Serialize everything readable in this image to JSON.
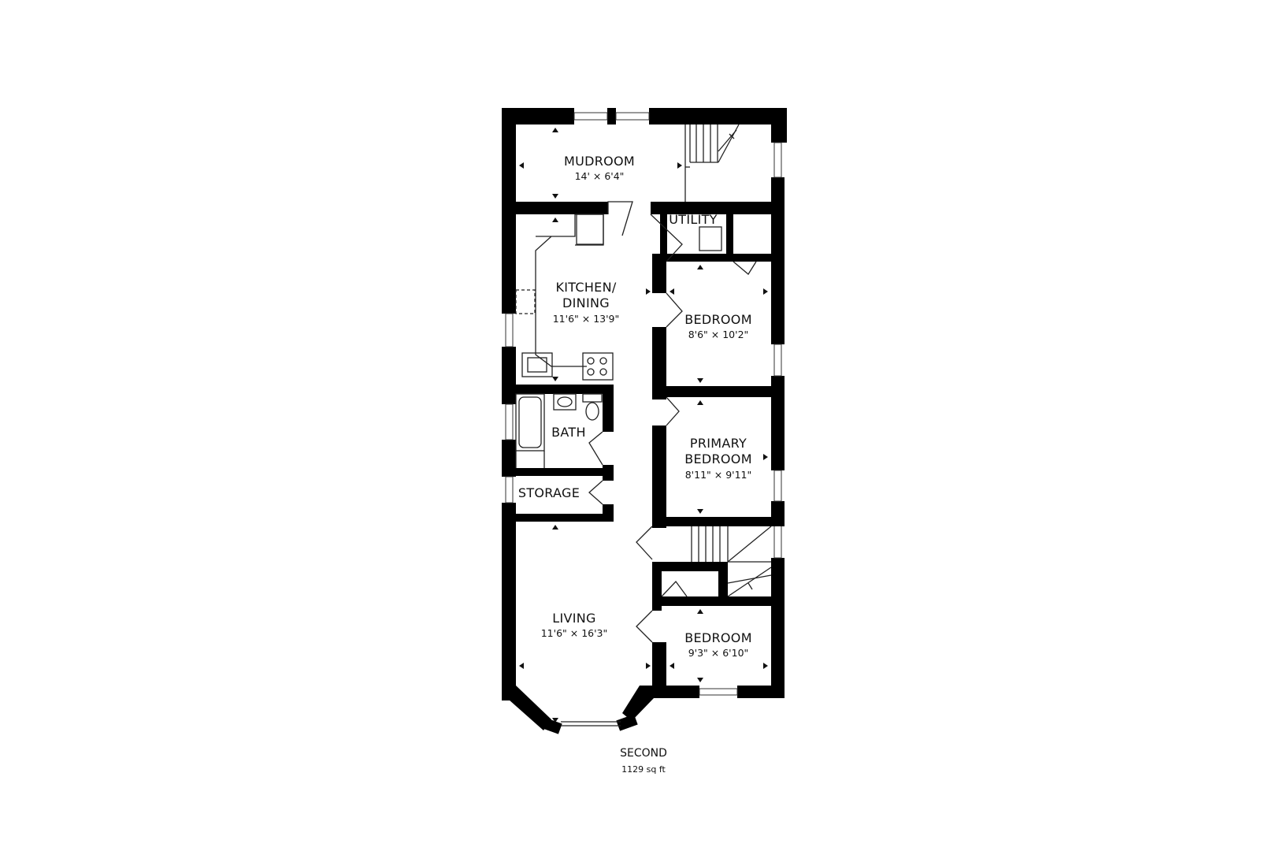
{
  "floor": {
    "name": "SECOND",
    "area": "1129 sq ft"
  },
  "rooms": {
    "mudroom": {
      "name": "MUDROOM",
      "dims": "14' × 6'4\""
    },
    "utility": {
      "name": "UTILITY"
    },
    "kitchen": {
      "name_line1": "KITCHEN/",
      "name_line2": "DINING",
      "dims": "11'6\" × 13'9\""
    },
    "bedroom1": {
      "name": "BEDROOM",
      "dims": "8'6\" × 10'2\""
    },
    "bath": {
      "name": "BATH"
    },
    "primary": {
      "name_line1": "PRIMARY",
      "name_line2": "BEDROOM",
      "dims": "8'11\" × 9'11\""
    },
    "storage": {
      "name": "STORAGE"
    },
    "living": {
      "name": "LIVING",
      "dims": "11'6\" × 16'3\""
    },
    "bedroom2": {
      "name": "BEDROOM",
      "dims": "9'3\" × 6'10\""
    }
  },
  "colors": {
    "wall": "#000000",
    "line": "#222222",
    "background": "#ffffff"
  }
}
